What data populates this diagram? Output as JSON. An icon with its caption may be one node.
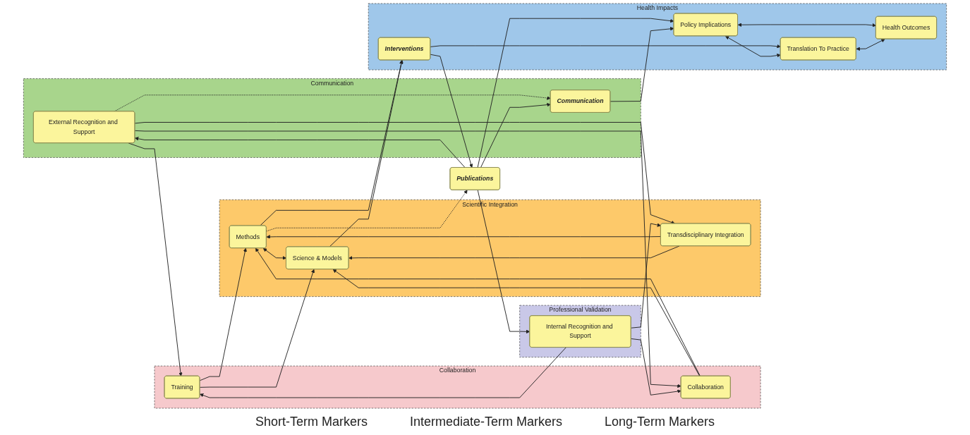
{
  "diagram": {
    "nodes": [
      {
        "text": [
          "Communication"
        ]
      },
      {
        "text": [
          "External Recognition and Support"
        ],
        "in": 0
      },
      {
        "text": [
          "Professional Validation"
        ]
      },
      {
        "text": [
          "Internal Recognition and Support"
        ],
        "in": 2
      },
      {
        "text": [
          "Collaboration"
        ]
      },
      {
        "text": [
          "Training"
        ],
        "in": 4
      },
      {
        "text": [
          "Collaboration"
        ],
        "in": 4
      },
      {
        "text": [
          "Scientific Integration"
        ]
      },
      {
        "text": [
          "Transdisciplinary Integration"
        ],
        "in": 7
      },
      {
        "text": [
          "Methods"
        ],
        "in": 7
      },
      {
        "text": [
          "Science & Models"
        ],
        "in": 7
      },
      {
        "text": [
          "Communication"
        ],
        "in": 0
      },
      {
        "text": [
          "Publications"
        ]
      },
      {
        "text": [
          "Health Impacts"
        ]
      },
      {
        "text": [
          "Policy Implications"
        ],
        "in": 13
      },
      {
        "text": [
          "Health Outcomes"
        ],
        "in": 13
      },
      {
        "text": [
          "Interventions"
        ],
        "in": 13
      },
      {
        "text": [
          "Translation To Practice"
        ],
        "in": 13
      }
    ],
    "edges": [
      {
        "from": 12,
        "to": 1,
        "arrow": "to"
      },
      {
        "from": 12,
        "to": 3,
        "arrow": "to"
      },
      {
        "from": 1,
        "to": 5,
        "arrow": "to"
      },
      {
        "from": 1,
        "to": 6,
        "arrow": "to"
      },
      {
        "from": 1,
        "to": 8,
        "arrow": "to"
      },
      {
        "from": 3,
        "to": 5,
        "arrow": "to"
      },
      {
        "from": 3,
        "to": 6,
        "arrow": "to"
      },
      {
        "from": 3,
        "to": 8,
        "arrow": "to"
      },
      {
        "from": 1,
        "to": 11,
        "arrow": "to",
        "style": "dashed"
      },
      {
        "from": 5,
        "to": 9,
        "arrow": "to"
      },
      {
        "from": 5,
        "to": 10,
        "arrow": "to"
      },
      {
        "from": 6,
        "to": 9,
        "arrow": "to"
      },
      {
        "from": 6,
        "to": 10,
        "arrow": "to"
      },
      {
        "from": 8,
        "to": 9,
        "arrow": "to"
      },
      {
        "from": 8,
        "to": 10,
        "arrow": "to"
      },
      {
        "from": 9,
        "to": 10,
        "arrow": "both"
      },
      {
        "from": 9,
        "to": 16,
        "arrow": "to"
      },
      {
        "from": 10,
        "to": 16,
        "arrow": "to"
      },
      {
        "from": 9,
        "to": 12,
        "arrow": "to",
        "style": "dashed"
      },
      {
        "from": 16,
        "to": 12,
        "arrow": "to"
      },
      {
        "from": 16,
        "to": 17,
        "arrow": "to"
      },
      {
        "from": 12,
        "to": 11,
        "arrow": "to"
      },
      {
        "from": 12,
        "to": 14,
        "arrow": "to"
      },
      {
        "from": 11,
        "to": 14,
        "arrow": "to"
      },
      {
        "from": 14,
        "to": 17,
        "arrow": "both"
      },
      {
        "from": 14,
        "to": 15,
        "arrow": "both"
      },
      {
        "from": 17,
        "to": 15,
        "arrow": "both"
      }
    ],
    "labels": [
      "Short-Term Markers",
      "Intermediate-Term Markers",
      "Long-Term Markers"
    ]
  }
}
